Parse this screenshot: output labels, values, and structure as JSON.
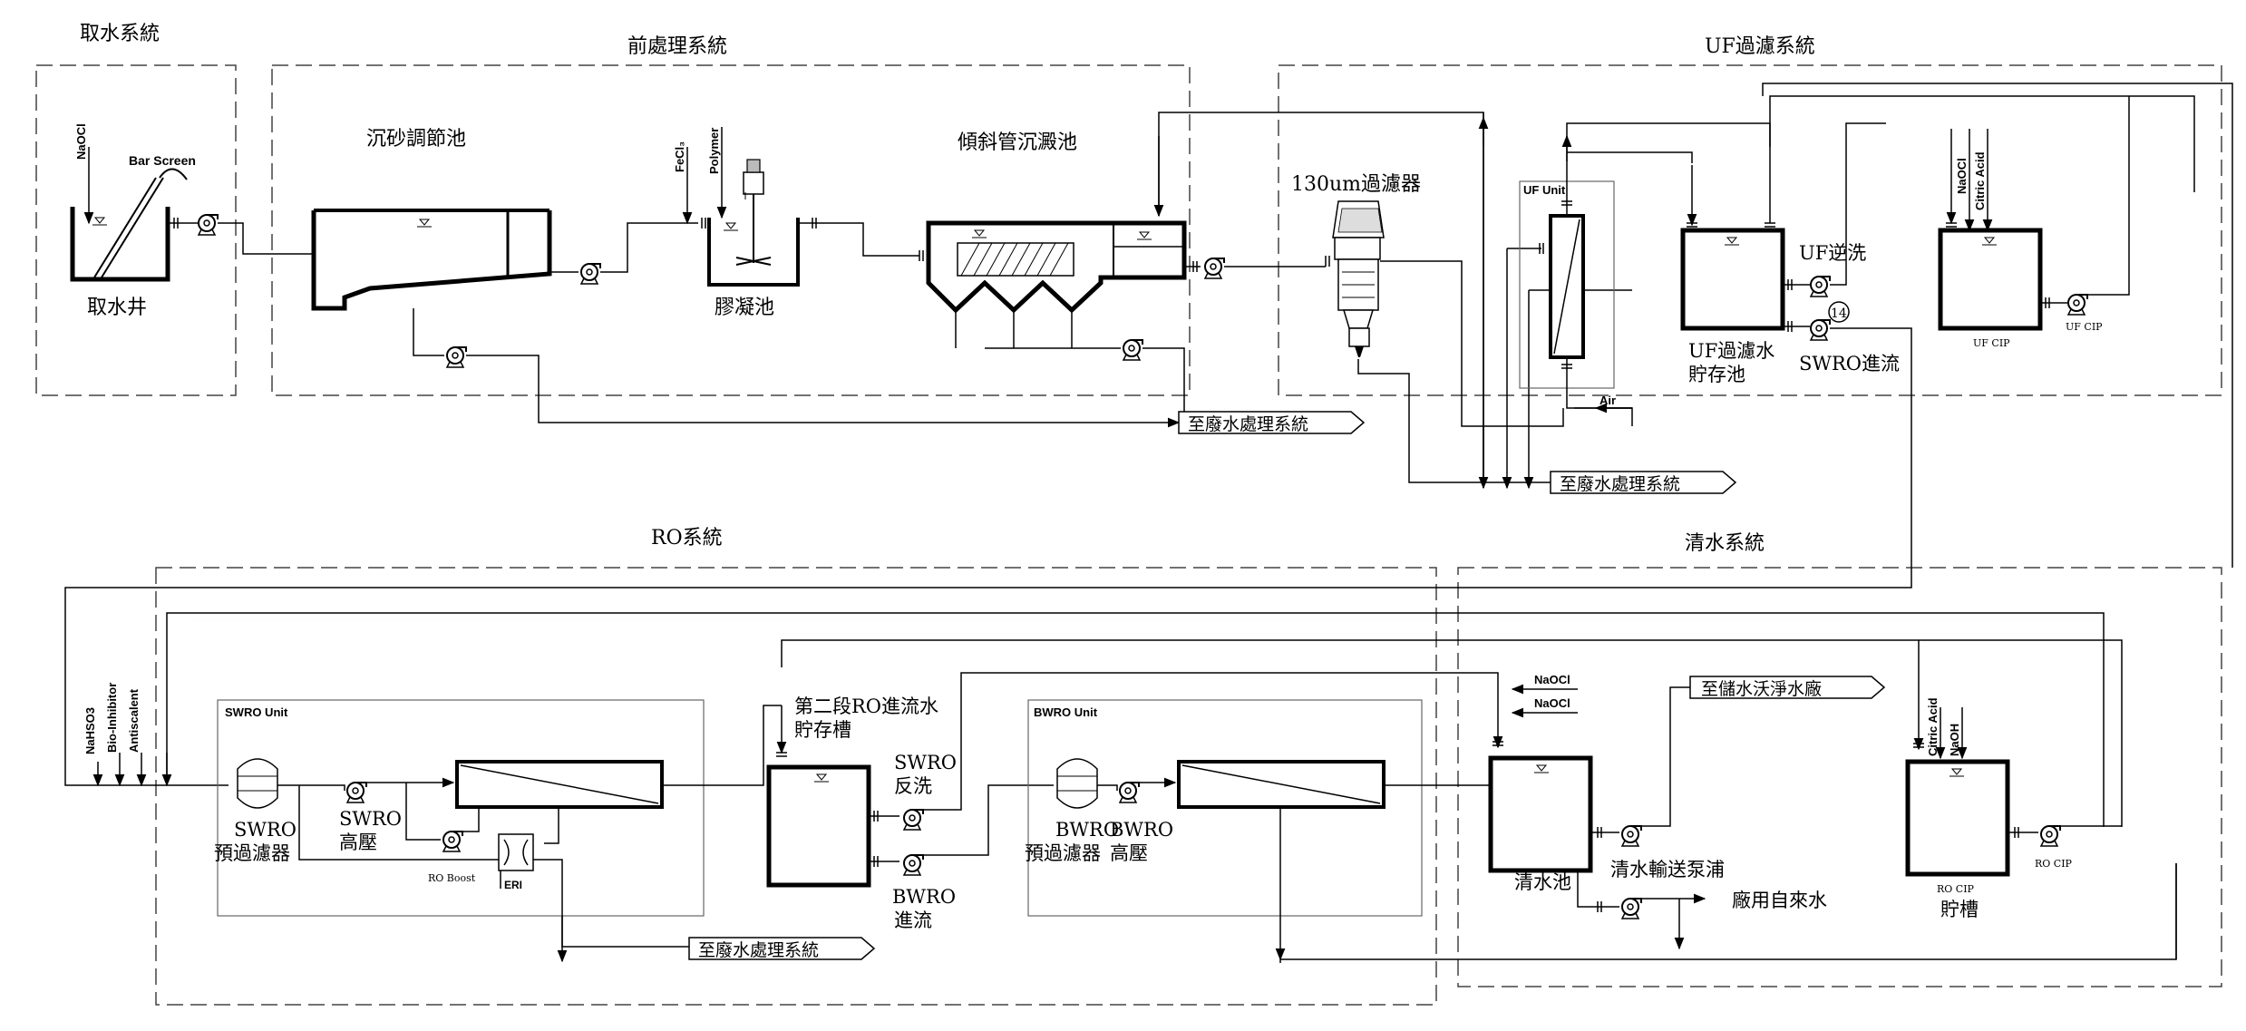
{
  "sections": {
    "intake": "取水系統",
    "pretreatment": "前處理系統",
    "uf": "UF過濾系統",
    "ro": "RO系統",
    "clean_water": "清水系統"
  },
  "intake": {
    "well": "取水井",
    "naocl": "NaOCl",
    "bar_screen": "Bar Screen"
  },
  "pretreatment": {
    "grit_tank": "沉砂調節池",
    "coag_tank": "膠凝池",
    "settler": "傾斜管沉澱池",
    "fecl3": "FeCl₃",
    "polymer": "Polymer"
  },
  "uf": {
    "filter130": "130um過濾器",
    "uf_unit": "UF Unit",
    "air": "Air",
    "storage_line1": "UF過濾水",
    "storage_line2": "貯存池",
    "backwash": "UF逆洗",
    "swro_feed": "SWRO進流",
    "badge": "14",
    "naocl": "NaOCl",
    "citric": "Citric Acid",
    "uf_cip_tank": "UF CIP",
    "uf_cip_pump": "UF CIP"
  },
  "waste": {
    "w1": "至廢水處理系統",
    "w2": "至廢水處理系統",
    "w3": "至廢水處理系統"
  },
  "ro": {
    "nahso3": "NaHSO3",
    "bio": "Bio-Inhibitor",
    "antiscalent": "Antiscalent",
    "swro_unit": "SWRO Unit",
    "swro_prefilter1": "SWRO",
    "swro_prefilter2": "預過濾器",
    "swro_hp1": "SWRO",
    "swro_hp2": "高壓",
    "ro_boost": "RO Boost",
    "eri": "ERI",
    "stage2_line1": "第二段RO進流水",
    "stage2_line2": "貯存槽",
    "swro_bw1": "SWRO",
    "swro_bw2": "反洗",
    "bwro_feed1": "BWRO",
    "bwro_feed2": "進流",
    "bwro_unit": "BWRO Unit",
    "bwro_prefilter1": "BWRO",
    "bwro_prefilter2": "預過濾器",
    "bwro_hp1": "BWRO",
    "bwro_hp2": "高壓"
  },
  "clean": {
    "naocl1": "NaOCl",
    "naocl2": "NaOCl",
    "to_storage": "至儲水沃淨水廠",
    "clear_tank": "清水池",
    "transfer_pump": "清水輸送泵浦",
    "plant_water": "廠用自來水",
    "citric": "Citric Acid",
    "naoh": "NaOH",
    "ro_cip_tank": "RO CIP",
    "ro_cip_tank_name": "貯槽",
    "ro_cip_pump": "RO CIP"
  }
}
